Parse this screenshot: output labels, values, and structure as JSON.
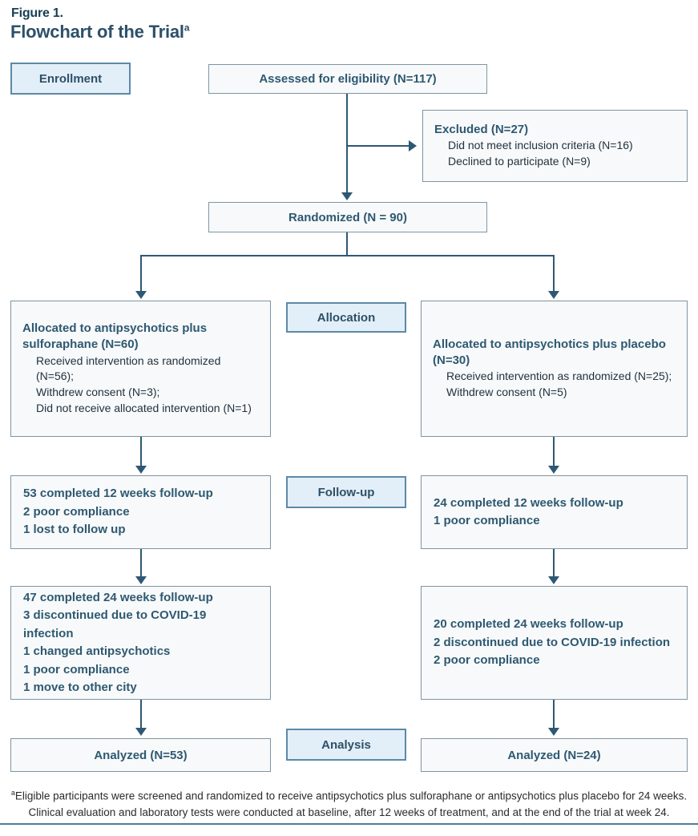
{
  "figure": {
    "label": "Figure 1.",
    "title": "Flowchart of the Trial",
    "title_superscript": "a"
  },
  "stage_labels": {
    "enrollment": "Enrollment",
    "allocation": "Allocation",
    "follow_up": "Follow-up",
    "analysis": "Analysis"
  },
  "boxes": {
    "assessed": {
      "text": "Assessed for eligibility (N=117)"
    },
    "excluded": {
      "heading": "Excluded (N=27)",
      "items": [
        "Did not meet inclusion criteria (N=16)",
        "Declined to participate (N=9)"
      ]
    },
    "randomized": {
      "text": "Randomized (N = 90)"
    },
    "allocation_sulforaphane": {
      "heading": "Allocated to antipsychotics plus sulforaphane (N=60)",
      "items": [
        "Received intervention as randomized (N=56);",
        "Withdrew consent (N=3);",
        "Did not receive allocated intervention (N=1)"
      ]
    },
    "allocation_placebo": {
      "heading": "Allocated to antipsychotics plus placebo (N=30)",
      "items": [
        "Received intervention as randomized (N=25);",
        "Withdrew consent (N=5)"
      ]
    },
    "followup_12w_sulforaphane": {
      "lines": [
        "53 completed 12 weeks follow-up",
        "2 poor compliance",
        "1 lost to follow up"
      ]
    },
    "followup_12w_placebo": {
      "lines": [
        "24 completed 12 weeks follow-up",
        "1 poor compliance"
      ]
    },
    "followup_24w_sulforaphane": {
      "lines": [
        "47 completed 24 weeks follow-up",
        "3 discontinued due to COVID-19 infection",
        "1 changed antipsychotics",
        "1 poor compliance",
        "1 move to other city"
      ]
    },
    "followup_24w_placebo": {
      "lines": [
        "20 completed 24 weeks follow-up",
        "2 discontinued due to COVID-19 infection",
        "2 poor compliance"
      ]
    },
    "analyzed_sulforaphane": {
      "text": "Analyzed (N=53)"
    },
    "analyzed_placebo": {
      "text": "Analyzed (N=24)"
    }
  },
  "footnote": {
    "superscript": "a",
    "line1": "Eligible participants were screened and randomized to receive antipsychotics plus sulforaphane or antipsychotics plus placebo for 24 weeks.",
    "line2": "Clinical evaluation and laboratory tests were conducted at baseline, after 12 weeks of treatment, and at the end of the trial at week 24."
  },
  "colors": {
    "stage_label_fill": "#e3eff8",
    "stage_label_border": "#5d89a8",
    "content_box_fill": "#f8f9fa",
    "content_box_border": "#7e95a2",
    "heading_text": "#2d5971",
    "body_text": "#22323e",
    "connector": "#2e5873",
    "footnote_text": "#2b2b2b"
  }
}
